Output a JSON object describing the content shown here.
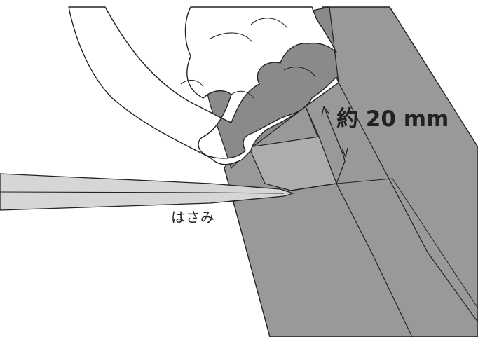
{
  "labels": {
    "scissors": "はさみ",
    "dimension": "約 20 mm"
  },
  "colors": {
    "box_side": "#999999",
    "box_inner": "#858585",
    "flap_face": "#adadad",
    "scissor_blade": "#d6d6d6",
    "outline": "#222222",
    "skin": "#ffffff"
  },
  "icons": [
    "scissors-blade",
    "hand",
    "dimension-arrow"
  ]
}
